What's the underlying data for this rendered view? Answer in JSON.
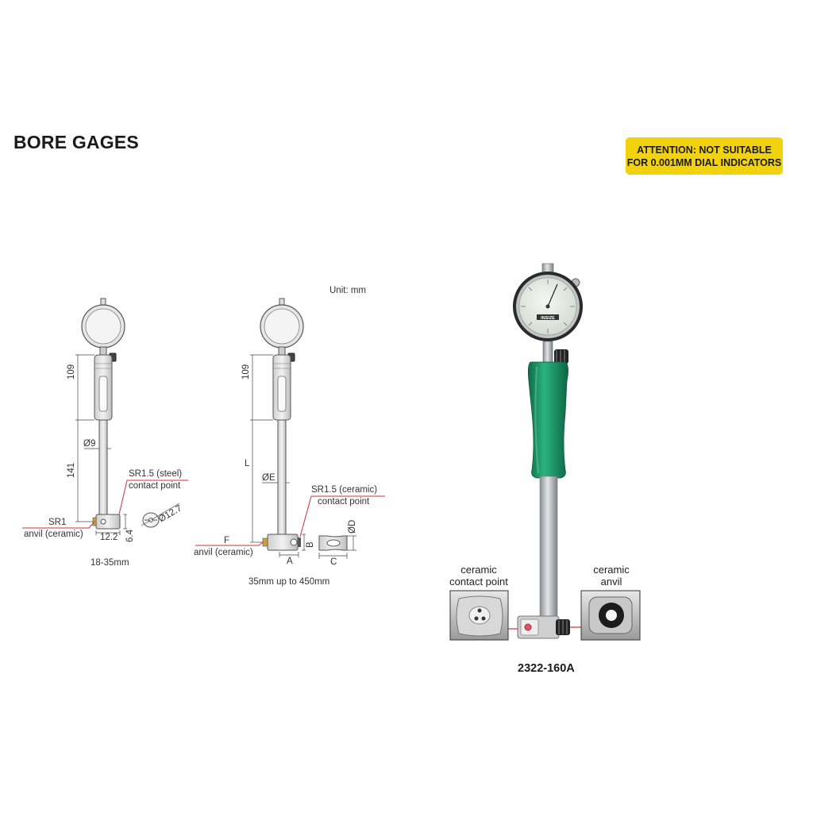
{
  "page": {
    "title": "BORE GAGES"
  },
  "attention": {
    "line1": "ATTENTION: NOT SUITABLE",
    "line2": "FOR 0.001MM DIAL INDICATORS"
  },
  "unit": "Unit: mm",
  "drawing1": {
    "dim_top": "109",
    "dim_bottom": "141",
    "dia_rod": "Ø9",
    "contact_label1": "SR1.5 (steel)",
    "contact_label2": "contact point",
    "anvil_label1": "SR1",
    "anvil_label2": "anvil (ceramic)",
    "dim_width": "12.2",
    "dim_height": "6.4",
    "dia_head": "Ø12.7",
    "range": "18-35mm"
  },
  "drawing2": {
    "dim_top": "109",
    "dim_l": "L",
    "dia_rod": "ØE",
    "contact_label1": "SR1.5 (ceramic)",
    "contact_label2": "contact point",
    "anvil_label1": "F",
    "anvil_label2": "anvil (ceramic)",
    "dim_a": "A",
    "dim_b": "B",
    "dim_c": "C",
    "dia_d": "ØD",
    "range": "35mm up to 450mm"
  },
  "photo": {
    "left_caption1": "ceramic",
    "left_caption2": "contact point",
    "right_caption1": "ceramic",
    "right_caption2": "anvil",
    "dial_brand": "INSIZE",
    "model": "2322-160A"
  },
  "colors": {
    "accent_red": "#d0303a",
    "grip_green": "#1f9a6a",
    "attention_yellow": "#f2d20c"
  }
}
